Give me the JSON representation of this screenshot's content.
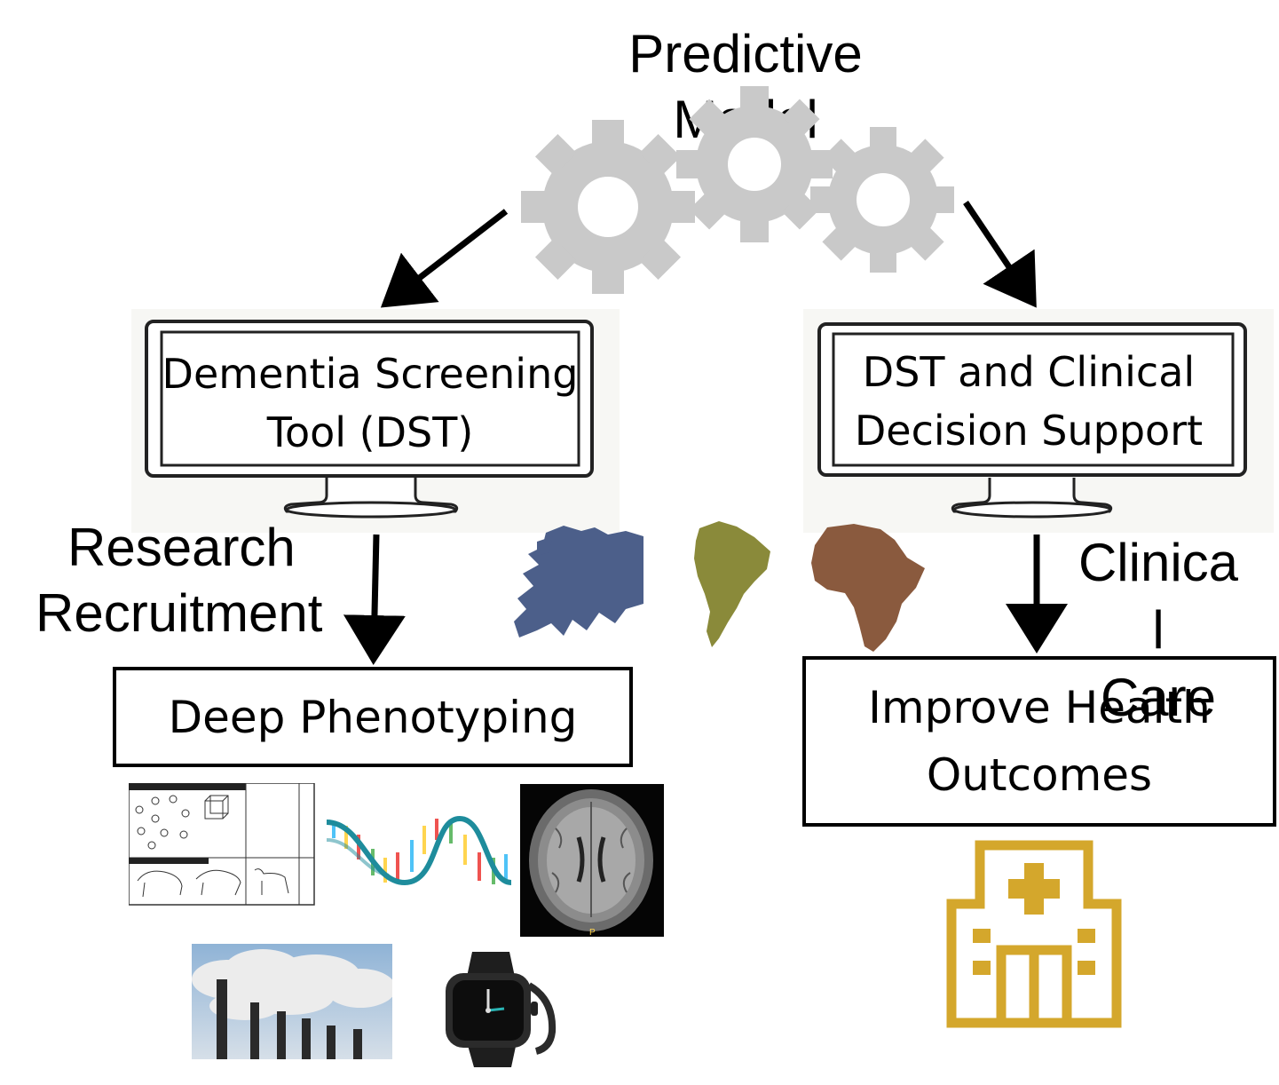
{
  "title": {
    "line1": "Predictive",
    "line2": "Model"
  },
  "left_monitor": {
    "line1": "Dementia Screening",
    "line2": "Tool (DST)"
  },
  "right_monitor": {
    "line1": "DST and Clinical",
    "line2": "Decision Support"
  },
  "research": {
    "line1": "Research",
    "line2": "Recruitment"
  },
  "clinical": {
    "line1": "Clinica",
    "line2": "l",
    "line3": "Care"
  },
  "deep_box": {
    "label": "Deep Phenotyping"
  },
  "improve_box": {
    "line1": "Improve Health",
    "line2": "Outcomes"
  },
  "colors": {
    "gear": "#c9c9c9",
    "europe": "#4c5f8a",
    "south_america": "#8a8a3a",
    "africa": "#8a5a3e",
    "hospital": "#d4a72c"
  },
  "icons": [
    "gears-icon",
    "monitor-icon",
    "europe-map-icon",
    "south-america-map-icon",
    "africa-map-icon",
    "cognitive-test-icon",
    "dna-icon",
    "brain-mri-icon",
    "factory-smokestacks-icon",
    "smartwatch-icon",
    "hospital-icon"
  ]
}
